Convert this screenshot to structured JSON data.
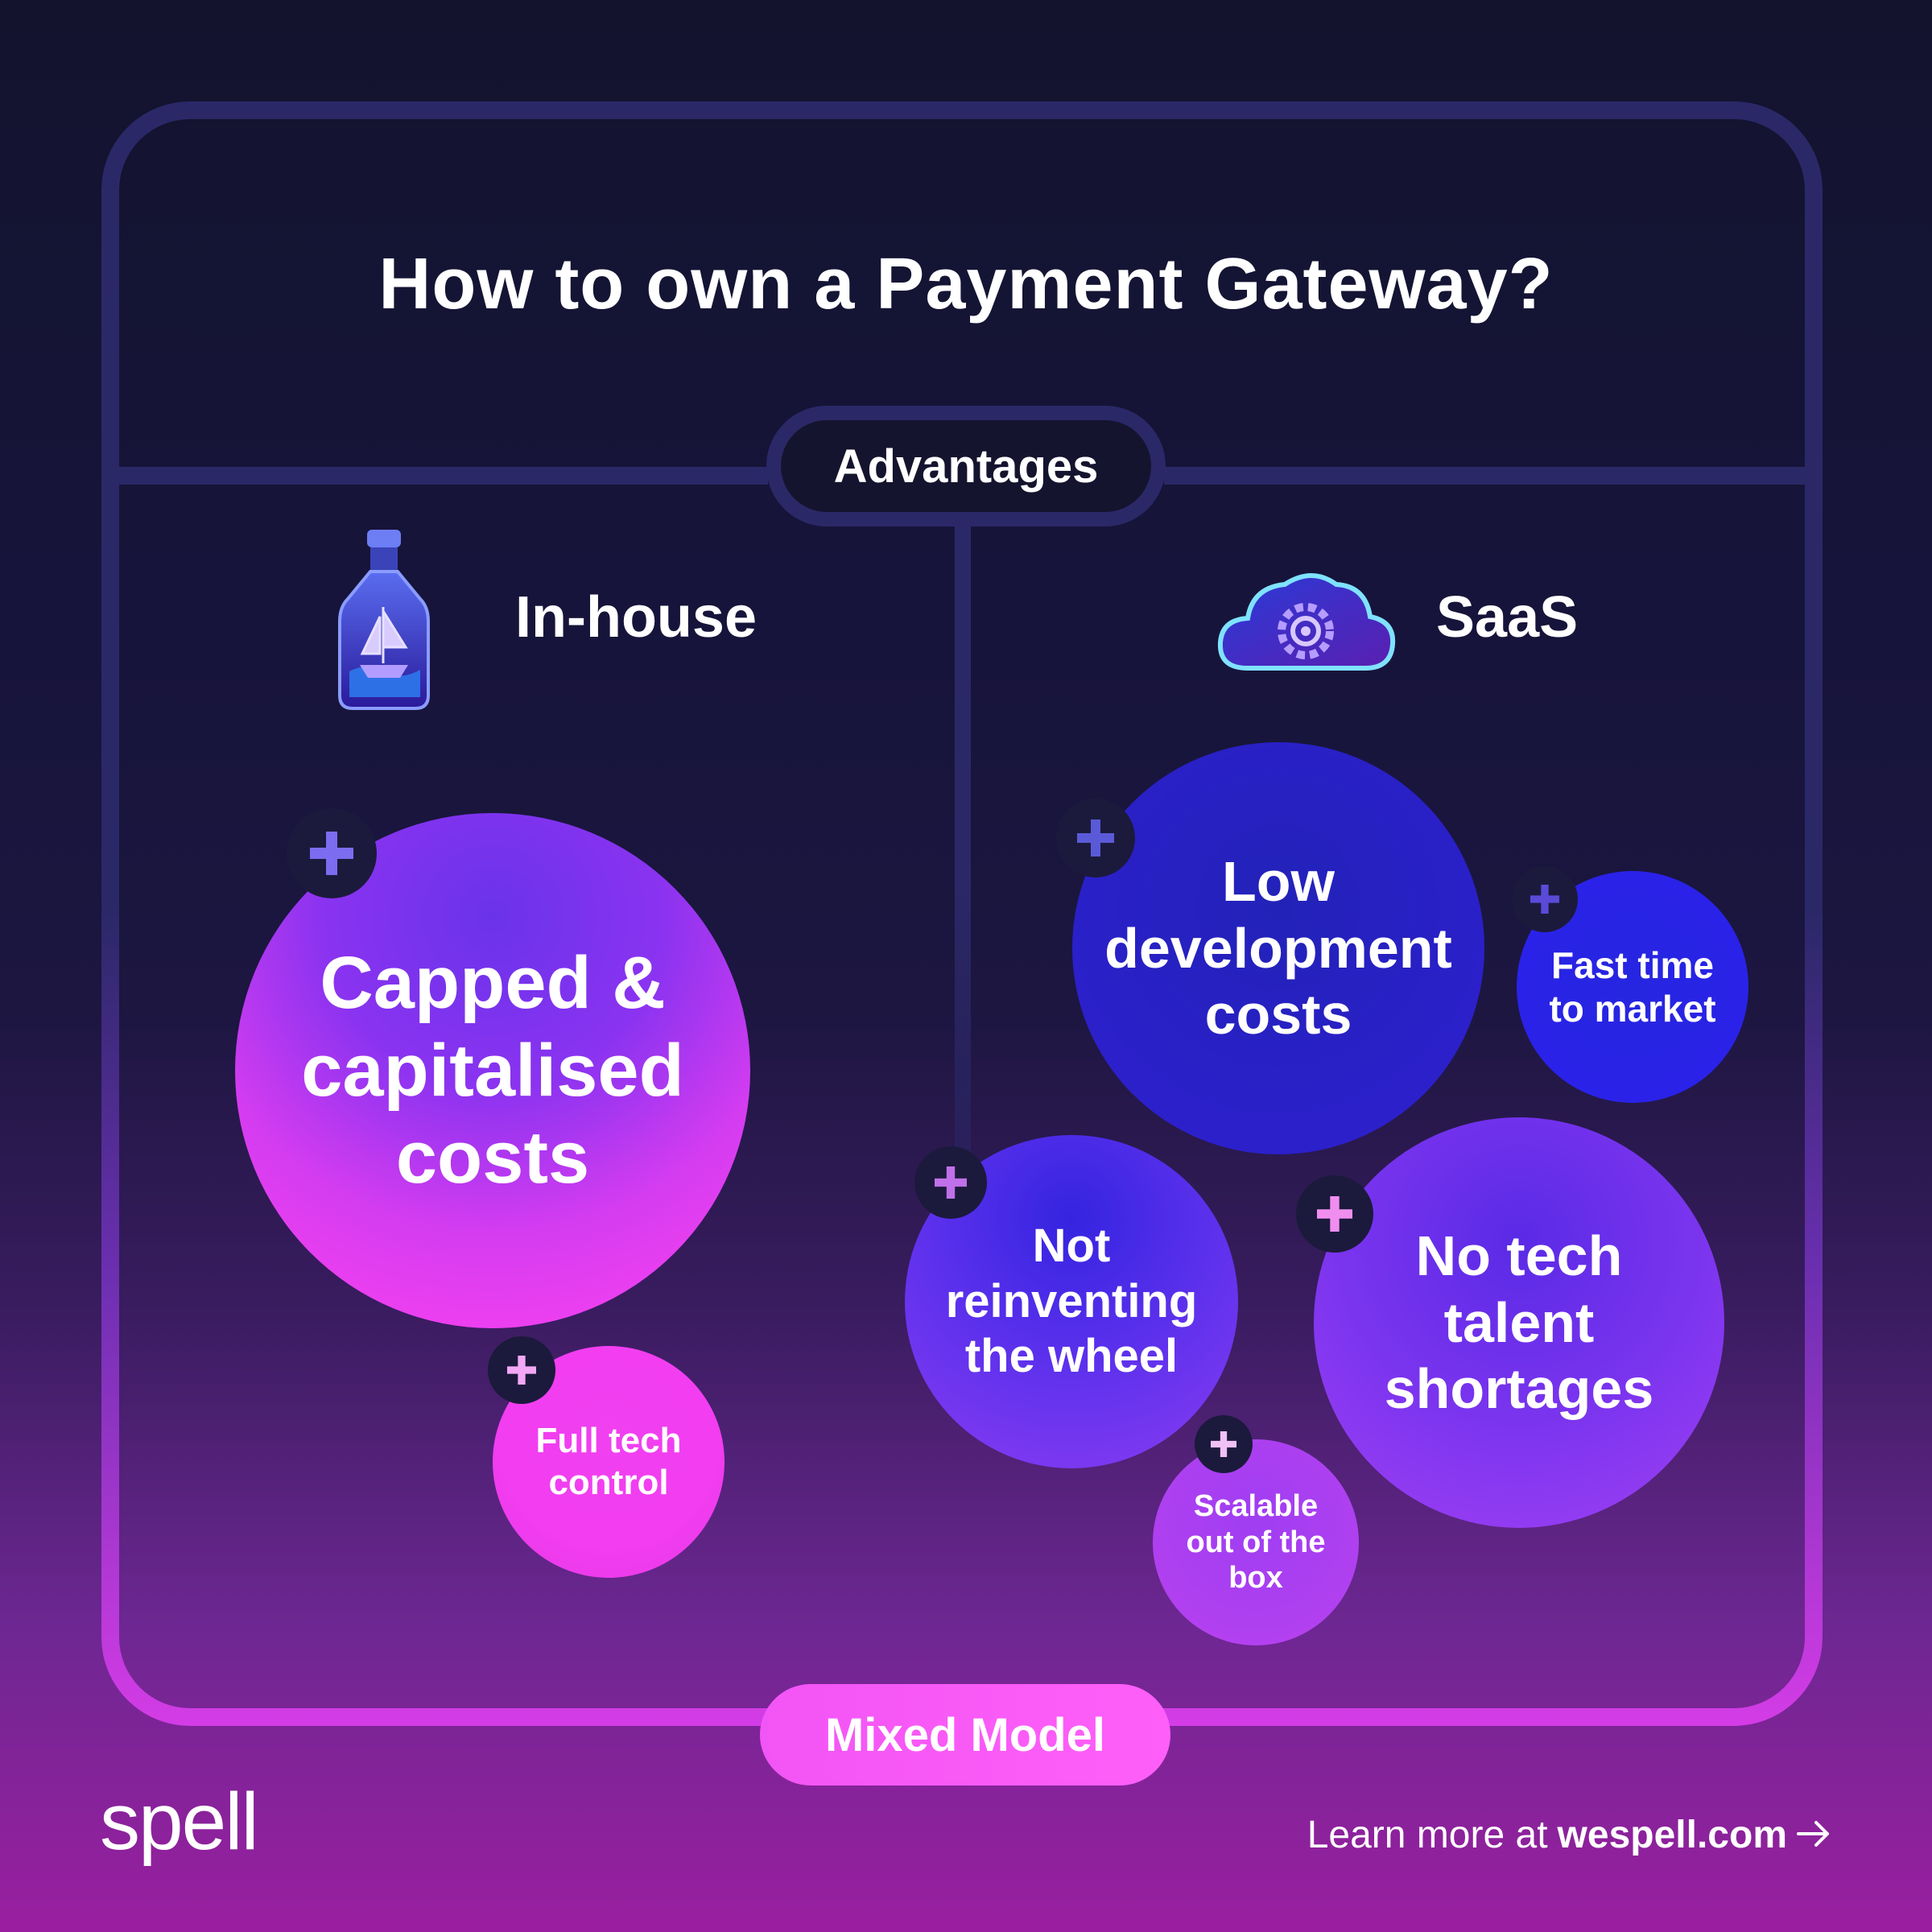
{
  "title": "How to own a Payment Gateway?",
  "section_label": "Advantages",
  "columns": {
    "left": {
      "title": "In-house",
      "icon": "ship-in-bottle-icon"
    },
    "right": {
      "title": "SaaS",
      "icon": "cloud-gear-icon"
    }
  },
  "advantages": {
    "capped": "Capped & capitalised costs",
    "full_control": "Full tech control",
    "low_dev": "Low development costs",
    "fast_time": "Fast time to market",
    "not_reinventing": "Not reinventing the wheel",
    "no_talent": "No tech talent shortages",
    "scalable": "Scalable out of the box"
  },
  "bottom_label": "Mixed Model",
  "brand": "spell",
  "footer": {
    "prefix": "Learn more at",
    "link": "wespell.com",
    "arrow_icon": "arrow-right-icon"
  },
  "colors": {
    "blue": "#2a1fd8",
    "purple": "#7b35f0",
    "magenta": "#f040f0",
    "navy": "#13132e"
  }
}
